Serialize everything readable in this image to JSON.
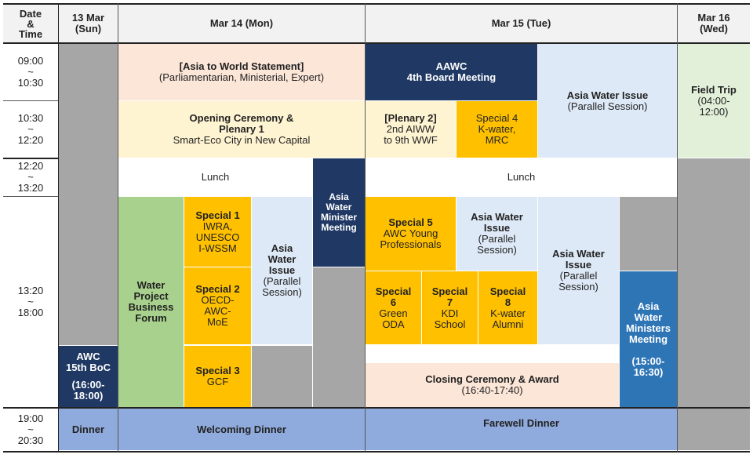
{
  "header": {
    "date_time": [
      "Date",
      "&",
      "Time"
    ],
    "d13": [
      "13 Mar",
      "(Sun)"
    ],
    "d14": "Mar 14 (Mon)",
    "d15": "Mar 15 (Tue)",
    "d16": [
      "Mar 16",
      "(Wed)"
    ]
  },
  "times": {
    "t1": [
      "09:00",
      "~",
      "10:30"
    ],
    "t2": [
      "10:30",
      "~",
      "12:20"
    ],
    "t3": [
      "12:20",
      "~",
      "13:20"
    ],
    "t4": [
      "13:20",
      "~",
      "18:00"
    ],
    "t5": [
      "19:00",
      "~",
      "20:30"
    ]
  },
  "events": {
    "asia_world": [
      "[Asia to World Statement]",
      "(Parliamentarian, Ministerial, Expert)"
    ],
    "opening": [
      "Opening Ceremony &",
      "Plenary 1",
      "Smart-Eco City in New Capital"
    ],
    "lunch_mon": "Lunch",
    "minister_meeting_mon": [
      "Asia",
      "Water",
      "Minister",
      "Meeting"
    ],
    "water_project": [
      "Water",
      "Project",
      "Business",
      "Forum"
    ],
    "special1": [
      "Special 1",
      "IWRA,",
      "UNESCO",
      "I-WSSM"
    ],
    "special2": [
      "Special 2",
      "OECD-",
      "AWC-",
      "MoE"
    ],
    "special3": [
      "Special 3",
      "GCF"
    ],
    "asia_water_mon": [
      "Asia",
      "Water",
      "Issue",
      "(Parallel",
      "Session)"
    ],
    "awc_boc": [
      "AWC",
      "15th BoC",
      "(16:00-",
      "18:00)"
    ],
    "dinner_sun": "Dinner",
    "welcoming_dinner": "Welcoming Dinner",
    "aawc_board": [
      "AAWC",
      "4th Board Meeting"
    ],
    "asia_water_tue_am": [
      "Asia Water Issue",
      "(Parallel Session)"
    ],
    "plenary2": [
      "[Plenary 2]",
      "2nd AIWW",
      "to 9th WWF"
    ],
    "special4": [
      "Special 4",
      "K-water,",
      "MRC"
    ],
    "lunch_tue": "Lunch",
    "special5": [
      "Special 5",
      "AWC Young",
      "Professionals"
    ],
    "asia_water_tue_pm1": [
      "Asia Water",
      "Issue",
      "(Parallel",
      "Session)"
    ],
    "asia_water_tue_pm2": [
      "Asia Water",
      "Issue",
      "(Parallel",
      "Session)"
    ],
    "special6": [
      "Special",
      "6",
      "Green",
      "ODA"
    ],
    "special7": [
      "Special",
      "7",
      "KDI",
      "School"
    ],
    "special8": [
      "Special",
      "8",
      "K-water",
      "Alumni"
    ],
    "closing": [
      "Closing Ceremony & Award",
      "(16:40-17:40)"
    ],
    "minister_meeting_tue": [
      "Asia",
      "Water",
      "Ministers",
      "Meeting",
      "(15:00-",
      "16:30)"
    ],
    "farewell_dinner": "Farewell Dinner",
    "field_trip": [
      "Field Trip",
      "(04:00-",
      "12:00)"
    ]
  }
}
